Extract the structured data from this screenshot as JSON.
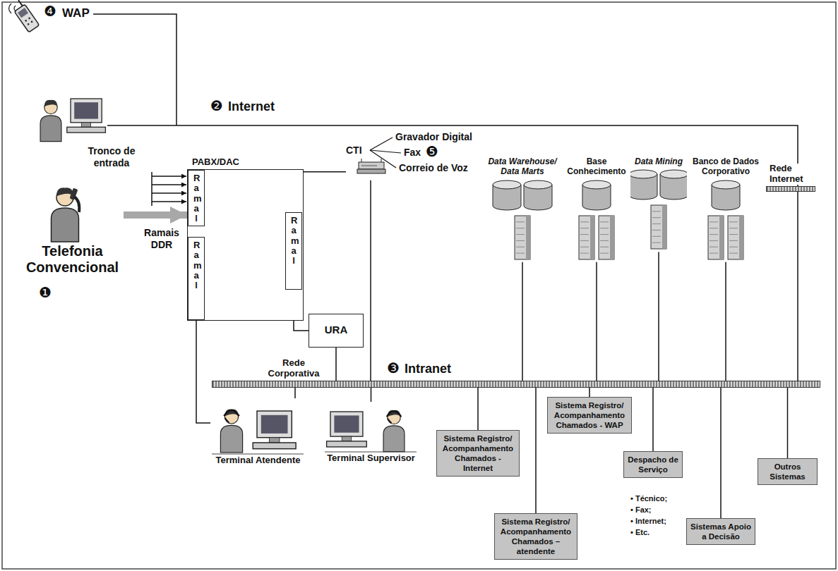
{
  "diagram": {
    "nodes": [
      {
        "text": [
          "Telefonia Convencional"
        ]
      },
      {
        "text": [
          "PABX/DAC"
        ]
      },
      {
        "text": [
          "Ramal"
        ],
        "in": 1
      },
      {
        "text": [
          "Ramal"
        ],
        "in": 1
      },
      {
        "text": [
          "Ramal"
        ],
        "in": 1
      },
      {
        "text": [
          "CTI"
        ]
      },
      {
        "text": [
          "Rede Internet"
        ]
      },
      {
        "text": [
          "Data Warehouse/ Data Marts"
        ]
      },
      {
        "text": [
          "Base Conhecimento"
        ]
      },
      {
        "text": [
          "Data Mining"
        ]
      },
      {
        "text": [
          "Banco de Dados Corporativo"
        ]
      },
      {
        "text": [
          "URA"
        ]
      },
      {
        "text": [
          "Rede Corporativa"
        ]
      },
      {
        "text": [
          "Terminal Atendente"
        ]
      },
      {
        "text": [
          "Terminal Supervisor"
        ]
      },
      {
        "text": [
          "Sistema Registro/ Acompanhamento Chamados - Internet"
        ]
      },
      {
        "text": [
          "Sistema Registro/ Acompanhamento Chamados – atendente"
        ]
      },
      {
        "text": [
          "Sistema Registro/ Acompanhamento Chamados - WAP"
        ]
      },
      {
        "text": [
          "Despacho de Serviço"
        ]
      },
      {
        "text": [
          "Sistemas Apoio a Decisão"
        ]
      },
      {
        "text": [
          "Outros Sistemas"
        ]
      }
    ],
    "edges": [
      {
        "from": 0,
        "to": 1,
        "arrow": "to"
      },
      {
        "from": 2,
        "to": 3,
        "arrow": "to"
      },
      {
        "from": 3,
        "to": 4,
        "arrow": "to"
      },
      {
        "from": 3,
        "to": 11,
        "arrow": "none"
      },
      {
        "from": 4,
        "to": 13,
        "arrow": "none"
      },
      {
        "from": 1,
        "to": 5,
        "arrow": "none"
      },
      {
        "from": 5,
        "to": 12,
        "arrow": "none"
      },
      {
        "from": 11,
        "to": 12,
        "arrow": "none"
      },
      {
        "from": 13,
        "to": 12,
        "arrow": "none"
      },
      {
        "from": 14,
        "to": 12,
        "arrow": "none"
      },
      {
        "from": 7,
        "to": 12,
        "arrow": "none"
      },
      {
        "from": 8,
        "to": 12,
        "arrow": "none"
      },
      {
        "from": 9,
        "to": 12,
        "arrow": "none"
      },
      {
        "from": 10,
        "to": 12,
        "arrow": "none"
      },
      {
        "from": 15,
        "to": 12,
        "arrow": "none"
      },
      {
        "from": 16,
        "to": 12,
        "arrow": "none"
      },
      {
        "from": 17,
        "to": 12,
        "arrow": "none"
      },
      {
        "from": 18,
        "to": 12,
        "arrow": "none"
      },
      {
        "from": 19,
        "to": 12,
        "arrow": "none"
      },
      {
        "from": 20,
        "to": 12,
        "arrow": "none"
      },
      {
        "from": 6,
        "to": 12,
        "arrow": "none"
      }
    ],
    "labels": [
      "❹",
      "WAP",
      "❷",
      "Internet",
      "Tronco de entrada",
      "Ramais DDR",
      "❶",
      "Gravador Digital",
      "Fax",
      "❺",
      "Correio de Voz",
      "❸",
      "Intranet",
      "• Técnico;",
      "• Fax;",
      "• Internet;",
      "• Etc."
    ]
  }
}
